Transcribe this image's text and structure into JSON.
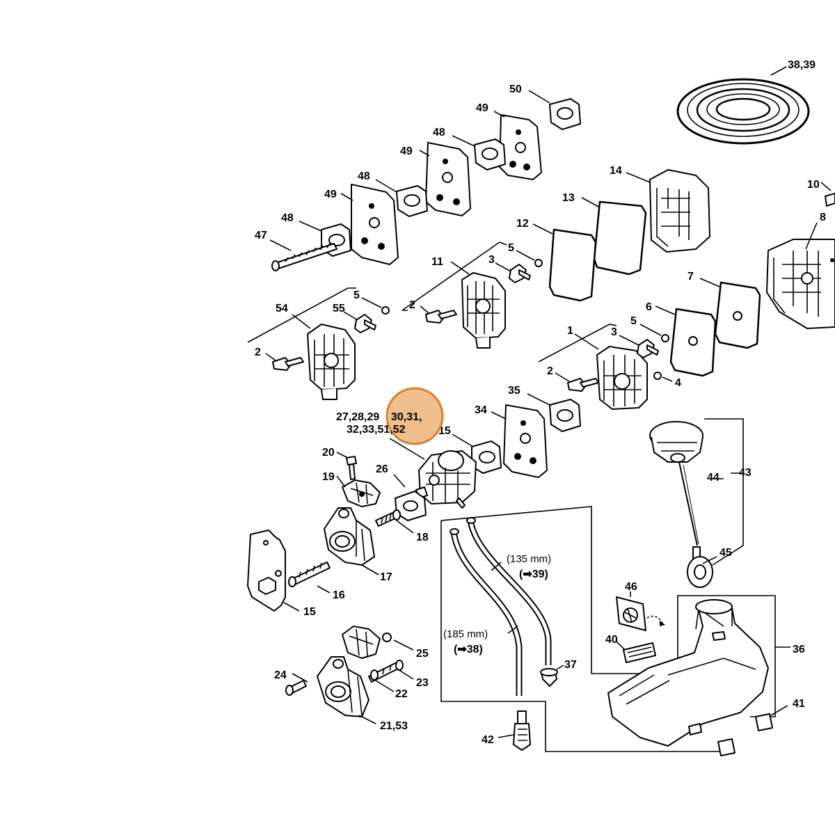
{
  "callouts": {
    "c38_39": "38,39",
    "c50": "50",
    "c49a": "49",
    "c48a": "48",
    "c49b": "49",
    "c48b": "48",
    "c49c": "49",
    "c48c": "48",
    "c47": "47",
    "c14": "14",
    "c13": "13",
    "c12": "12",
    "c10": "10",
    "c8": "8",
    "c11": "11",
    "c5a": "5",
    "c3a": "3",
    "c2a": "2",
    "c54": "54",
    "c55": "55",
    "c5b": "5",
    "c2b": "2",
    "c7": "7",
    "c6": "6",
    "c1": "1",
    "c3b": "3",
    "c5c": "5",
    "c2c": "2",
    "c4": "4",
    "c35": "35",
    "c34": "34",
    "c15b": "15",
    "c27_line1_a": "27,28,29",
    "c27_line1_b": "30,31,",
    "c27_line2": "32,33,51,52",
    "c20": "20",
    "c26": "26",
    "c19": "19",
    "c18": "18",
    "c17": "17",
    "c16": "16",
    "c15": "15",
    "c44": "44",
    "c43": "43",
    "c45": "45",
    "c135": "(135 mm)",
    "c39ref": "(➡39)",
    "c185": "(185 mm)",
    "c38ref": "(➡38)",
    "c46": "46",
    "c40": "40",
    "c36": "36",
    "c37": "37",
    "c25": "25",
    "c24": "24",
    "c23": "23",
    "c22": "22",
    "c21_53": "21,53",
    "c42": "42",
    "c41": "41"
  },
  "highlight": {
    "color": "#e08a2f",
    "target": "30,31,32,33,51,52"
  }
}
